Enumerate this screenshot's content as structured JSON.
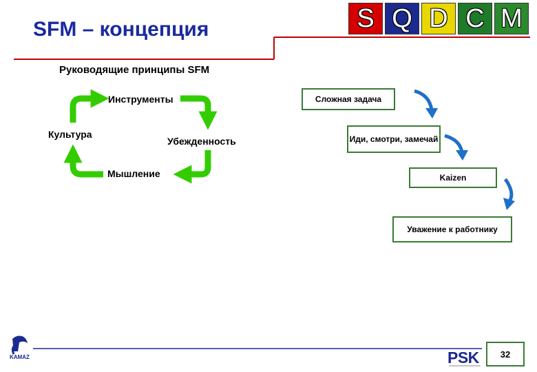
{
  "header": {
    "title": "SFM – концепция",
    "sqdcm": [
      {
        "letter": "S",
        "color": "#d40000"
      },
      {
        "letter": "Q",
        "color": "#1b2a8f"
      },
      {
        "letter": "D",
        "color": "#e8d800"
      },
      {
        "letter": "C",
        "color": "#1f7a2a"
      },
      {
        "letter": "M",
        "color": "#2c8a2e"
      }
    ]
  },
  "subtitle": "Руководящие принципы SFM",
  "cycle": {
    "labels": [
      "Инструменты",
      "Убежденность",
      "Мышление",
      "Культура"
    ],
    "arrow_color": "#33cc00"
  },
  "steps": [
    "Сложная задача",
    "Иди, смотри, замечай",
    "Kaizen",
    "Уважение к работнику"
  ],
  "step_arrow_color": "#1e70c8",
  "footer": {
    "left_logo": "KAMAZ",
    "right_logo": "PSK",
    "page_number": "32"
  }
}
